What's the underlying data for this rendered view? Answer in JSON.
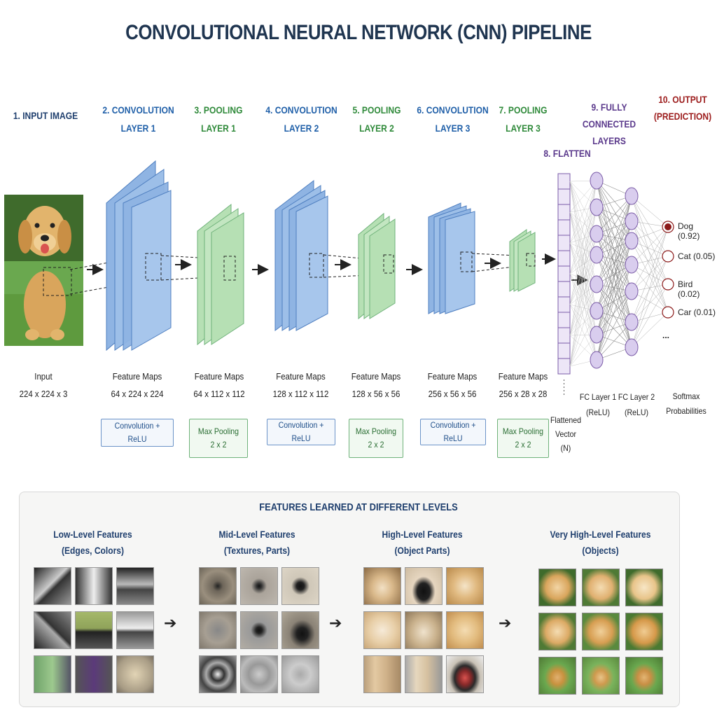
{
  "title": "CONVOLUTIONAL NEURAL NETWORK (CNN) PIPELINE",
  "stages": {
    "s1": [
      "1. INPUT IMAGE"
    ],
    "s2": [
      "2. CONVOLUTION",
      "LAYER 1"
    ],
    "s3": [
      "3. POOLING",
      "LAYER 1"
    ],
    "s4": [
      "4. CONVOLUTION",
      "LAYER 2"
    ],
    "s5": [
      "5. POOLING",
      "LAYER 2"
    ],
    "s6": [
      "6. CONVOLUTION",
      "LAYER 3"
    ],
    "s7": [
      "7. POOLING",
      "LAYER 3"
    ],
    "s8": [
      "8. FLATTEN"
    ],
    "s9": [
      "9. FULLY CONNECTED",
      "LAYERS"
    ],
    "s10": [
      "10. OUTPUT",
      "(PREDICTION)"
    ]
  },
  "captions": {
    "input": [
      "Input",
      "224 x 224 x 3"
    ],
    "c1": [
      "Feature Maps",
      "64 x 224 x 224"
    ],
    "p1": [
      "Feature Maps",
      "64 x 112 x 112"
    ],
    "c2": [
      "Feature Maps",
      "128 x 112 x 112"
    ],
    "p2": [
      "Feature Maps",
      "128 x 56 x 56"
    ],
    "c3": [
      "Feature Maps",
      "256 x 56 x 56"
    ],
    "p3": [
      "Feature Maps",
      "256 x 28 x 28"
    ],
    "flatten": [
      "Flattened",
      "Vector",
      "(N)"
    ],
    "fc1": [
      "FC Layer 1",
      "(ReLU)"
    ],
    "fc2": [
      "FC Layer 2",
      "(ReLU)"
    ],
    "softmax": [
      "Softmax",
      "Probabilities"
    ]
  },
  "ops": {
    "conv": "Convolution + ReLU",
    "pool": [
      "Max Pooling",
      "2 x 2"
    ]
  },
  "outputs": [
    {
      "label": "Dog (0.92)",
      "selected": true
    },
    {
      "label": "Cat (0.05)",
      "selected": false
    },
    {
      "label": "Bird (0.02)",
      "selected": false
    },
    {
      "label": "Car (0.01)",
      "selected": false
    }
  ],
  "ellipsis": "...",
  "features": {
    "title": "FEATURES LEARNED AT DIFFERENT LEVELS",
    "levels": [
      [
        "Low-Level Features",
        "(Edges, Colors)"
      ],
      [
        "Mid-Level Features",
        "(Textures, Parts)"
      ],
      [
        "High-Level Features",
        "(Object Parts)"
      ],
      [
        "Very High-Level Features",
        "(Objects)"
      ]
    ]
  },
  "colors": {
    "conv_fill": "#8fb4e3",
    "conv_stroke": "#4f7fc0",
    "pool_fill": "#b6e0b4",
    "pool_stroke": "#6fb27a",
    "node_fill": "#d9cdee",
    "node_stroke": "#7b5ca8",
    "output_selected": "#8b1a1a"
  }
}
